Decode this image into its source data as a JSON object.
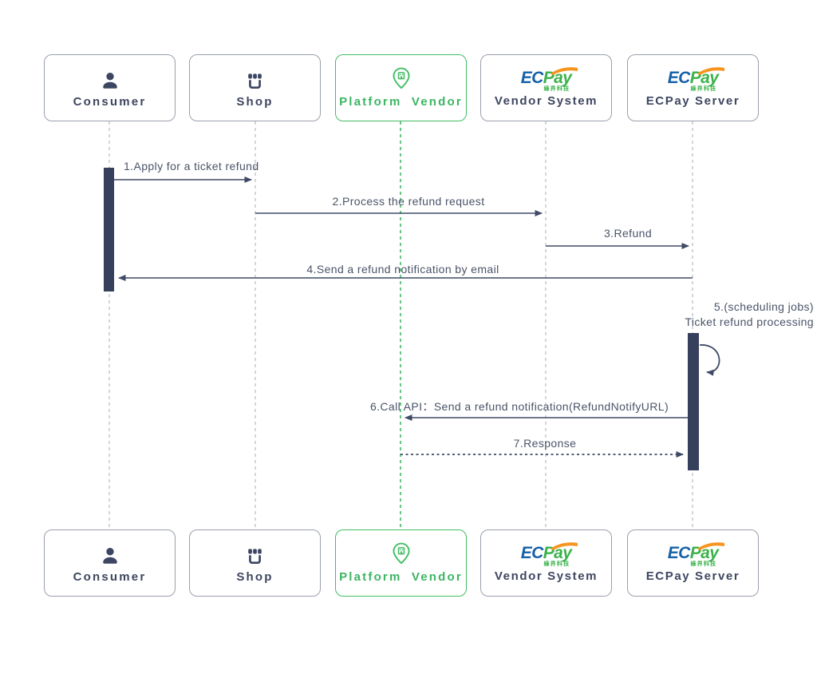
{
  "colors": {
    "navy": "#3c4663",
    "arrow_line": "#3f4a66",
    "label_text": "#4a5468",
    "green_accent": "#3cb562",
    "lifeline_gray": "#c9cbd1",
    "logo_blue": "#1560a8",
    "logo_green": "#3bb24a",
    "logo_orange": "#f7941d"
  },
  "actors": [
    {
      "id": "consumer",
      "label": "Consumer",
      "icon": "person-icon"
    },
    {
      "id": "shop",
      "label": "Shop",
      "icon": "storefront-icon"
    },
    {
      "id": "platform-vendor",
      "label": "Platform Vendor",
      "icon": "location-pin-icon"
    },
    {
      "id": "vendor-system",
      "label": "Vendor System",
      "icon": "ecpay-logo"
    },
    {
      "id": "ecpay-server",
      "label": "ECPay Server",
      "icon": "ecpay-logo"
    }
  ],
  "ecpay_logo": {
    "ec": "EC",
    "pay": "Pay",
    "subtext": "綠界科技"
  },
  "messages": [
    {
      "label": "1.Apply for a ticket refund",
      "from": "Consumer",
      "to": "Shop",
      "line": "solid"
    },
    {
      "label": "2.Process the refund request",
      "from": "Shop",
      "to": "Vendor System",
      "line": "solid"
    },
    {
      "label": "3.Refund",
      "from": "Vendor System",
      "to": "ECPay Server",
      "line": "solid"
    },
    {
      "label": "4.Send a refund notification by email",
      "from": "ECPay Server",
      "to": "Consumer",
      "line": "solid"
    },
    {
      "label_line1": "5.(scheduling jobs)",
      "label_line2": "Ticket refund processing",
      "from": "ECPay Server",
      "to": "ECPay Server",
      "line": "self-loop"
    },
    {
      "label": "6.Call API：Send a refund notification(RefundNotifyURL)",
      "from": "ECPay Server",
      "to": "Platform Vendor",
      "line": "solid"
    },
    {
      "label": "7.Response",
      "from": "Platform Vendor",
      "to": "ECPay Server",
      "line": "dashed"
    }
  ]
}
